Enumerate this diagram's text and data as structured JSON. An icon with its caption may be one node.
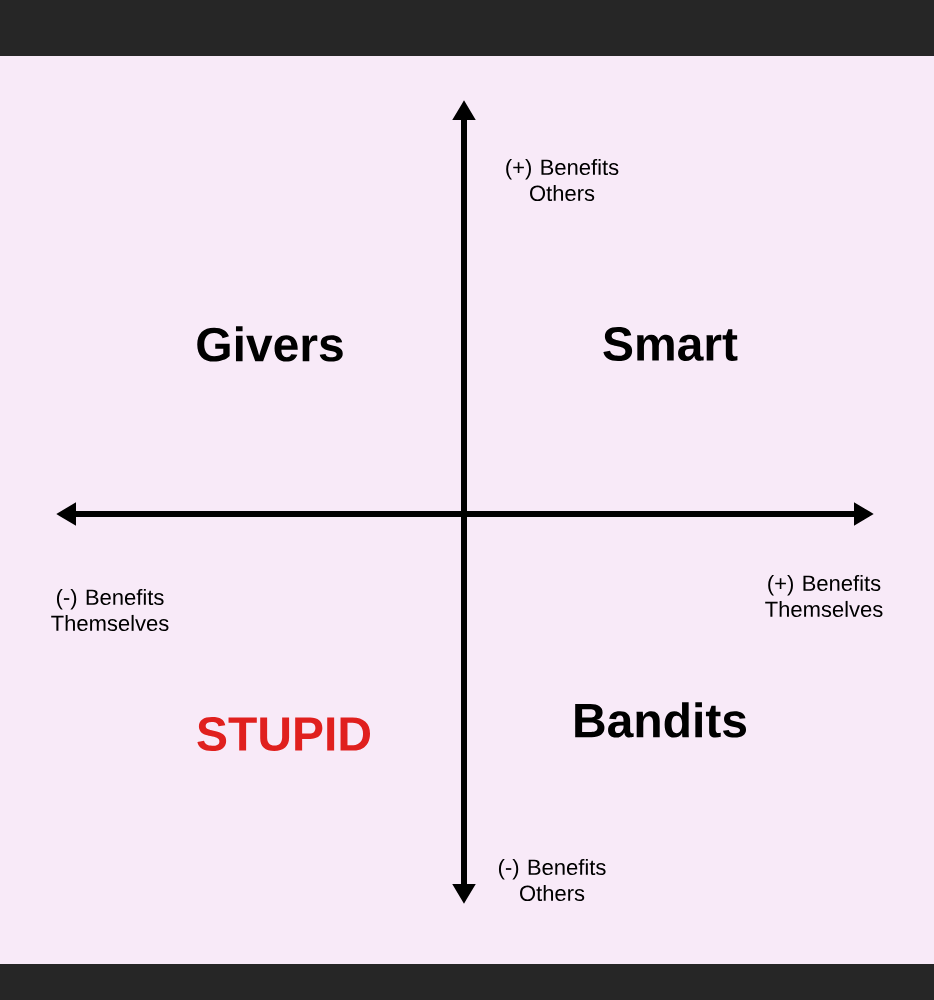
{
  "diagram": {
    "labels": [
      "(+) Benefits Others",
      "Givers",
      "Smart",
      "(-) Benefits Themselves",
      "(+) Benefits Themselves",
      "STUPID",
      "Bandits",
      "(-) Benefits Others"
    ]
  }
}
